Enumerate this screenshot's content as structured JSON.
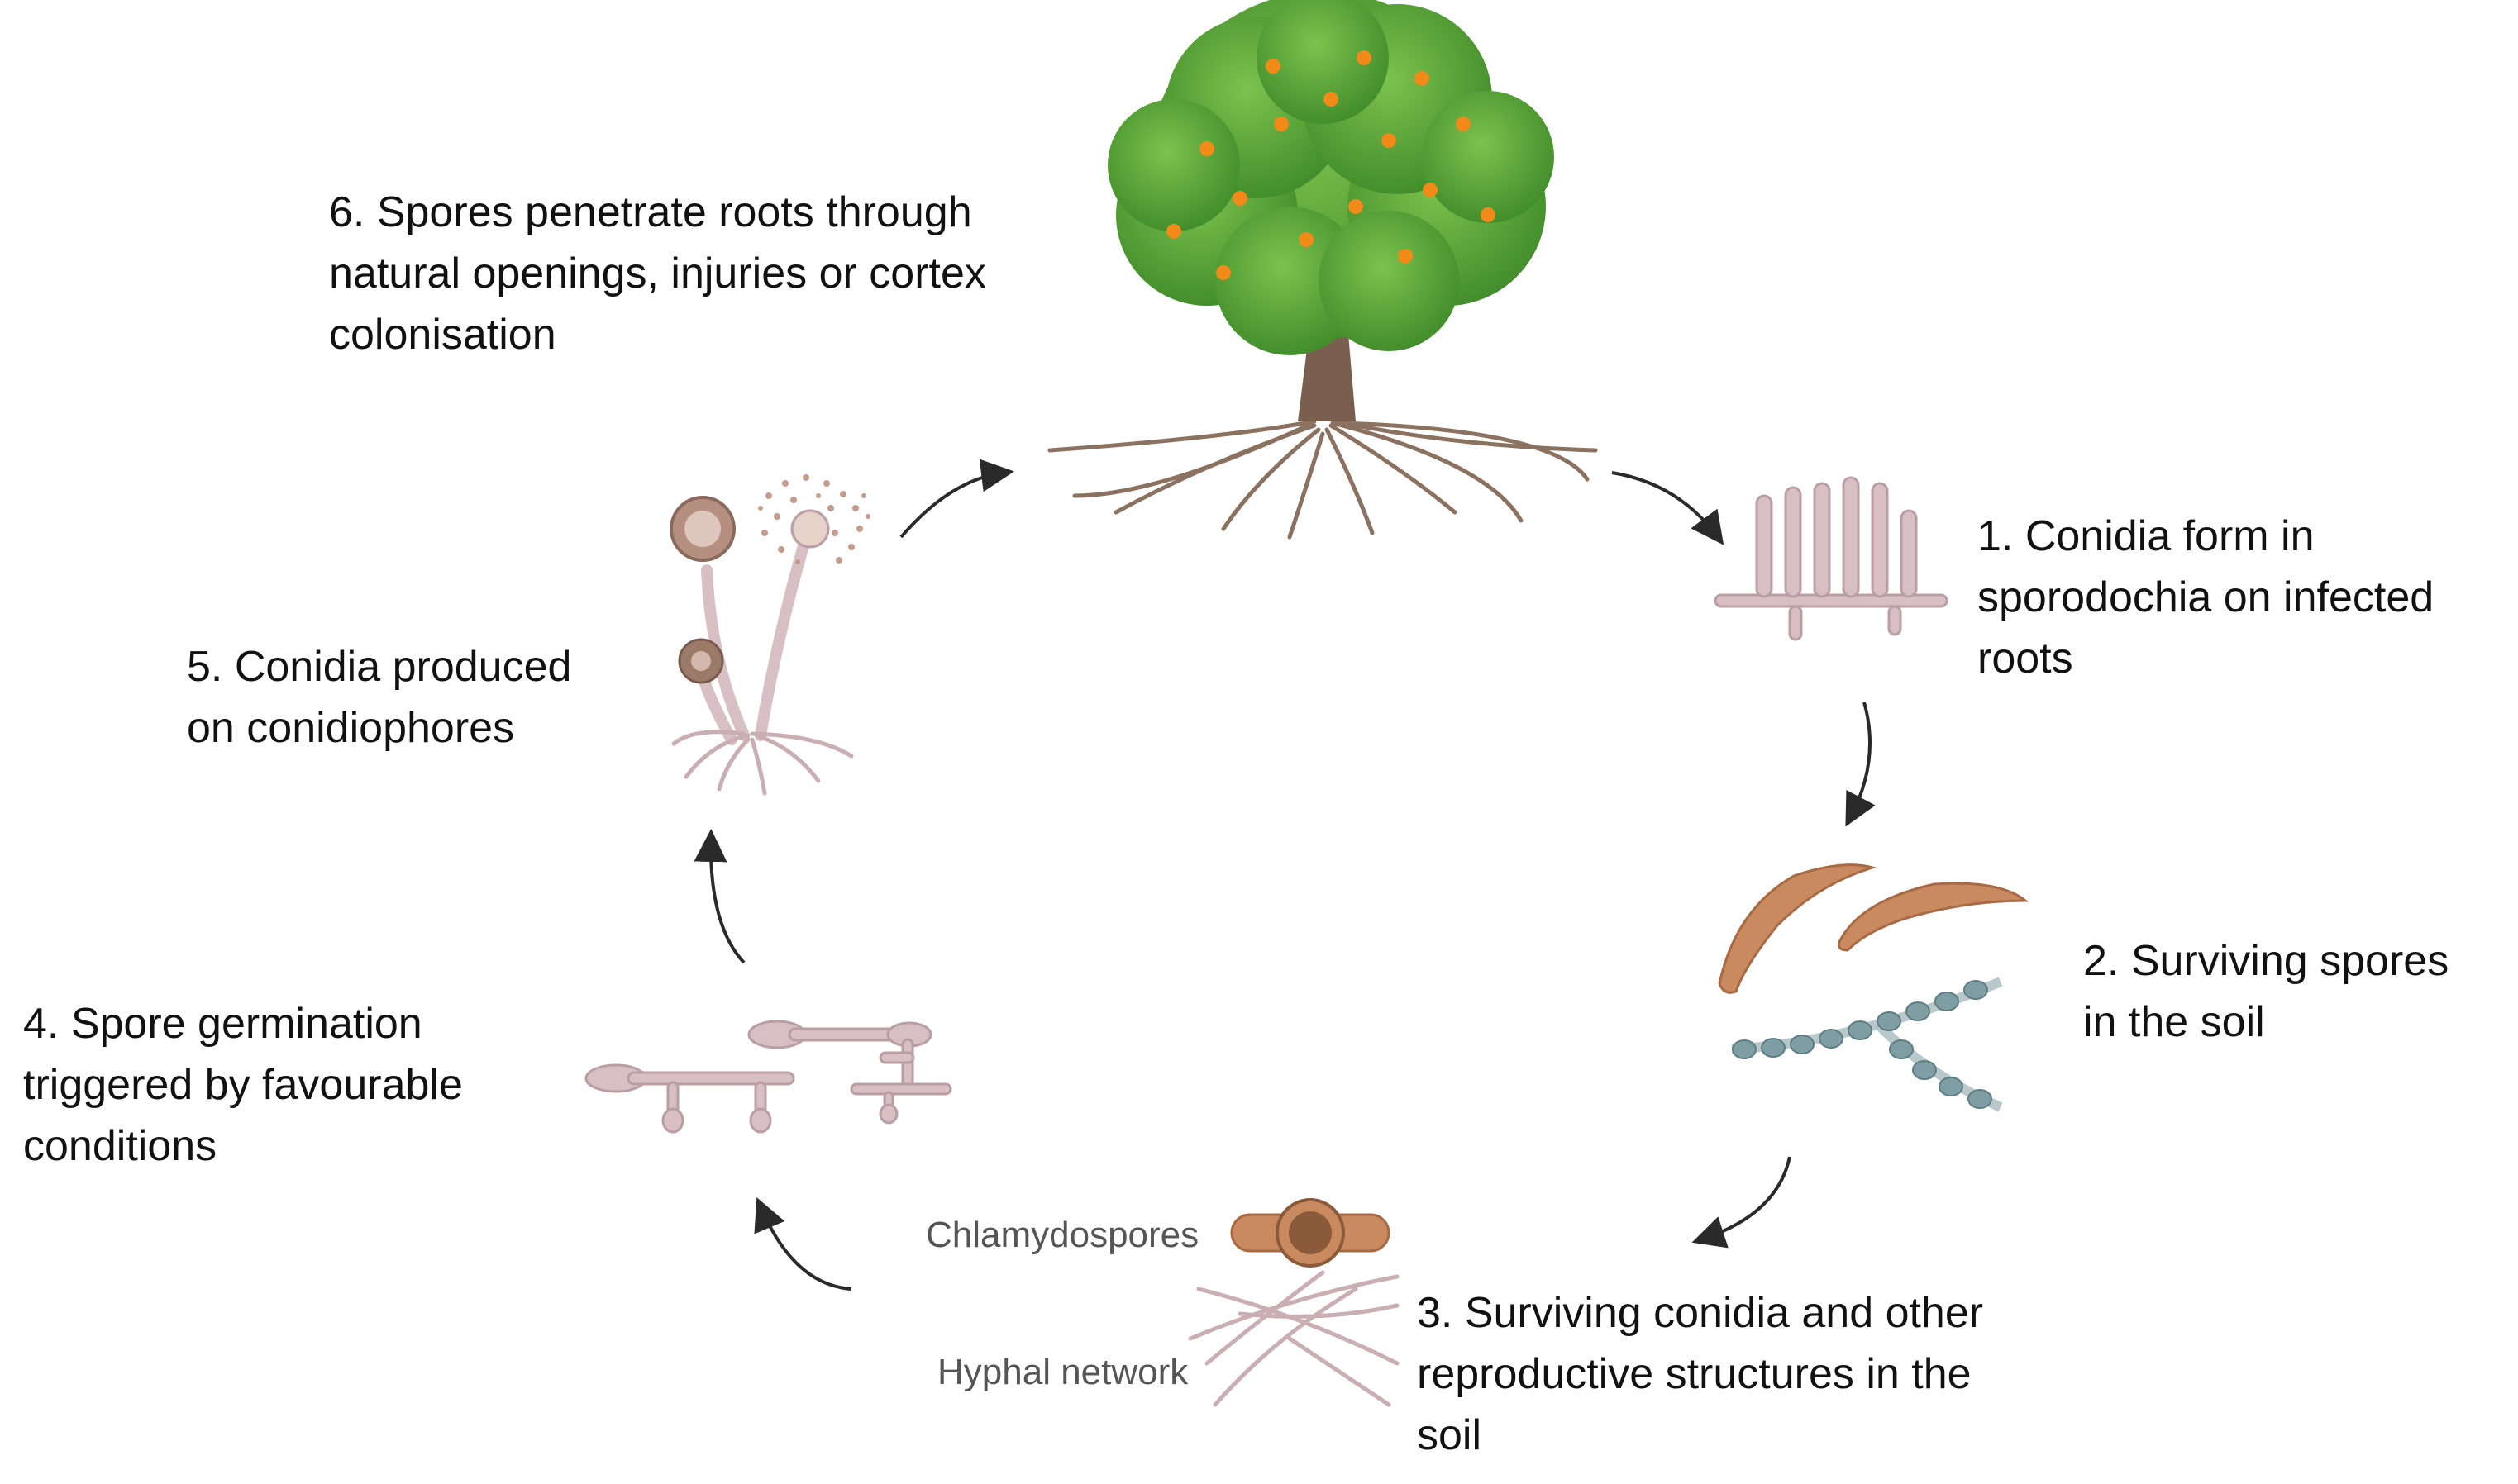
{
  "colors": {
    "text": "#111111",
    "label": "#555555",
    "arrow": "#2a2a2a",
    "leaf": "#5fa83a",
    "fruit": "#f28a1a",
    "root": "#8a7160",
    "hyphae": "#c9aeb3",
    "conidia": "#c98a5f",
    "chain": "#7f9ea3",
    "conidiophore": "#9c7a6a"
  },
  "icons": [
    "orange-tree",
    "sporodochia",
    "macroconidia",
    "spore-chain",
    "chlamydospore",
    "hyphal-network",
    "germinating-hyphae",
    "conidiophores"
  ],
  "steps": {
    "s1": "1. Conidia form in\nsporodochia on infected\nroots",
    "s2": "2. Surviving spores\nin the soil",
    "s3": "3. Surviving conidia and other\nreproductive structures in the\nsoil",
    "s4": "4. Spore germination\ntriggered by favourable\nconditions",
    "s5": "5. Conidia produced\non conidiophores",
    "s6": "6. Spores penetrate roots through\nnatural openings, injuries or cortex\ncolonisation"
  },
  "labels": {
    "chlamydospores": "Chlamydospores",
    "hyphal_network": "Hyphal network"
  }
}
